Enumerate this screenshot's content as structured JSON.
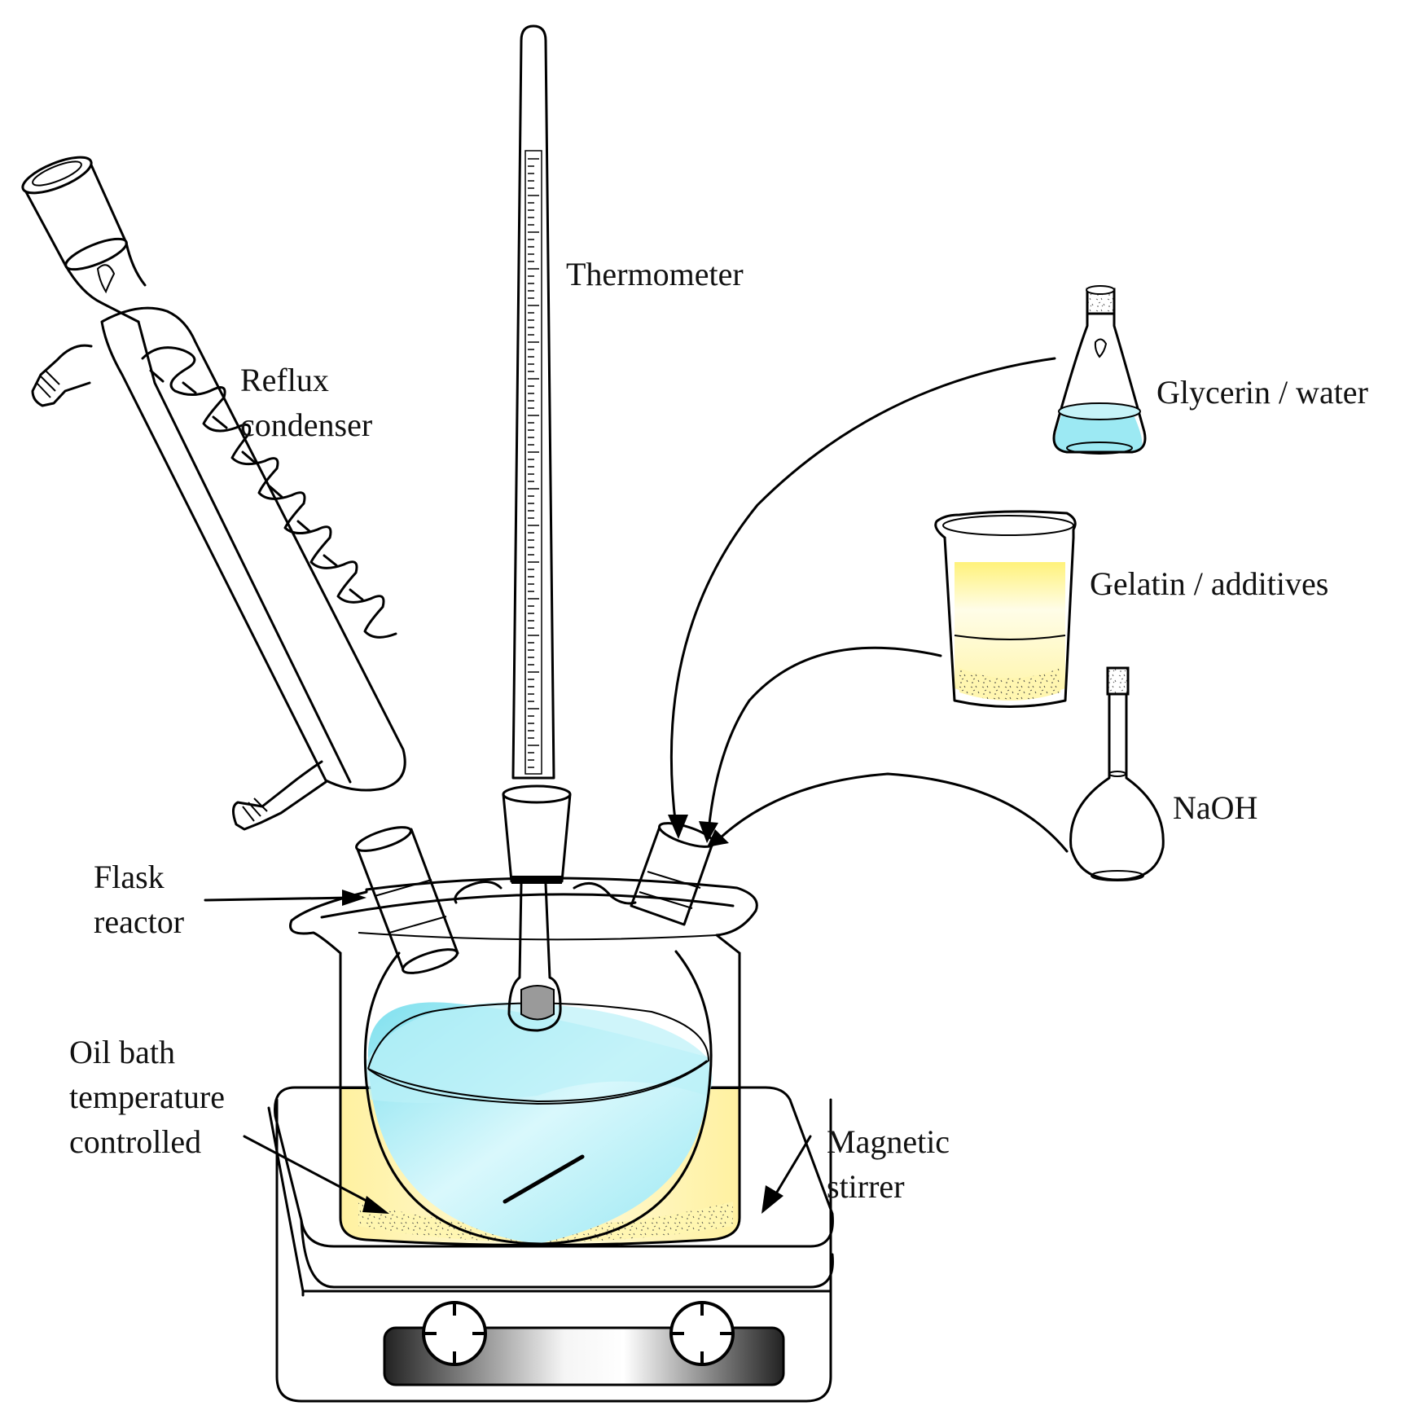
{
  "labels": {
    "thermometer": "Thermometer",
    "reflux_line1": "Reflux",
    "reflux_line2": "condenser",
    "glycerin": "Glycerin / water",
    "gelatin": "Gelatin / additives",
    "naoh": "NaOH",
    "flask_line1": "Flask",
    "flask_line2": "reactor",
    "oil_line1": "Oil bath",
    "oil_line2": "temperature",
    "oil_line3": "controlled",
    "stirrer_line1": "Magnetic",
    "stirrer_line2": "stirrer"
  },
  "colors": {
    "water_blue": "#8fe6f2",
    "water_blue_light": "#e6fbfd",
    "oil_yellow": "#fff6a8",
    "gelatin_yellow": "#fff4a0",
    "outline": "#000000"
  },
  "icons": {
    "thermometer": "thermometer-icon",
    "condenser": "reflux-condenser-icon",
    "erlenmeyer": "erlenmeyer-flask-icon",
    "beaker": "beaker-icon",
    "volumetric": "volumetric-flask-icon",
    "stirrer": "hotplate-stirrer-icon"
  }
}
